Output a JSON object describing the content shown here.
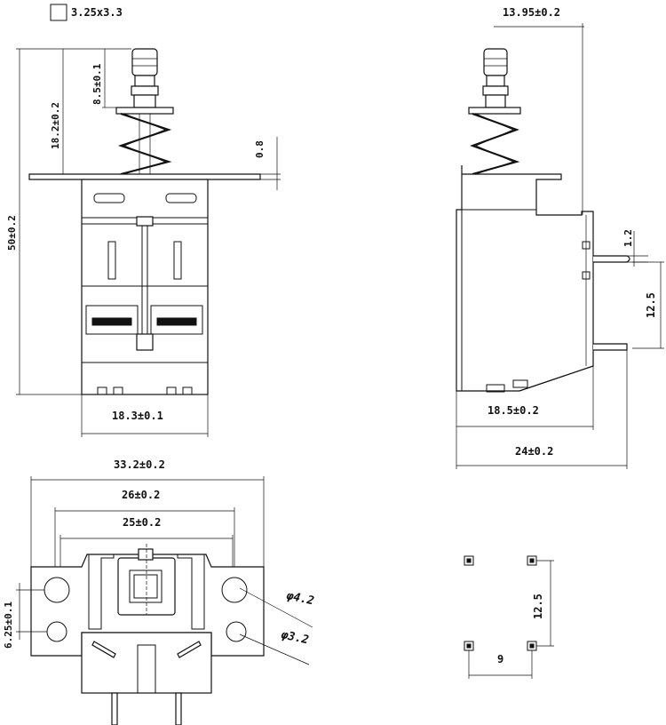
{
  "labels": {
    "plunger_size": "3.25x3.3",
    "plunger_travel": "8.5±0.1",
    "height_upper": "18.2±0.2",
    "height_total": "50±0.2",
    "flange_thickness": "0.8",
    "body_width_front": "18.3±0.1",
    "offset_top_side": "13.95±0.2",
    "pin_thickness": "1.2",
    "pin_pitch_side": "12.5",
    "body_depth_side": "18.5±0.2",
    "overall_depth_side": "24±0.2",
    "flange_width": "33.2±0.2",
    "hole_span_outer": "26±0.2",
    "hole_span_inner": "25±0.2",
    "hole_vertical_pitch": "6.25±0.1",
    "hole_large_diameter": "φ4.2",
    "hole_small_diameter": "φ3.2",
    "pcb_pitch_vertical": "12.5",
    "pcb_pitch_horizontal": "9"
  }
}
